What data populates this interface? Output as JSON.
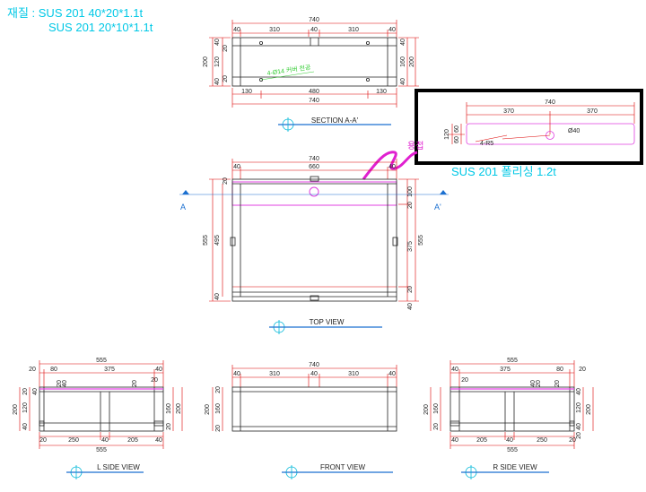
{
  "material": {
    "label": "재질 : SUS 201 40*20*1.1t",
    "line2": "SUS 201 20*10*1.1t"
  },
  "detail": {
    "weld_label": "용접",
    "plate_label": "SUS 201 폴리싱 1.2t",
    "hole": "Ø40",
    "radius": "4-R5",
    "dims": [
      "740",
      "370",
      "370",
      "120",
      "60",
      "60"
    ]
  },
  "section": {
    "title": "SECTION A-A'",
    "note": "4-Ø14 커버 천공",
    "top_dims": [
      "740",
      "40",
      "310",
      "40",
      "310",
      "40"
    ],
    "bottom_dims": [
      "130",
      "480",
      "130",
      "740"
    ],
    "left_dims": [
      "200",
      "40",
      "20",
      "120",
      "40",
      "20"
    ],
    "right_dims": [
      "40",
      "160",
      "200",
      "40"
    ]
  },
  "top_view": {
    "title": "TOP VIEW",
    "cut_left": "A",
    "cut_right": "A'",
    "top_dims": [
      "740",
      "40",
      "660",
      "40"
    ],
    "left_dims": [
      "555",
      "495",
      "20",
      "40"
    ],
    "right_dims": [
      "100",
      "20",
      "375",
      "555",
      "20",
      "40"
    ]
  },
  "l_side": {
    "title": "L SIDE VIEW",
    "top_dims": [
      "555",
      "20",
      "80",
      "375",
      "40",
      "20",
      "40",
      "20",
      "20"
    ],
    "bottom_dims": [
      "20",
      "250",
      "40",
      "205",
      "40",
      "555"
    ],
    "left_dims": [
      "200",
      "20",
      "120",
      "40",
      "40"
    ],
    "right_dims": [
      "160",
      "200",
      "20"
    ]
  },
  "front": {
    "title": "FRONT VIEW",
    "top_dims": [
      "740",
      "40",
      "310",
      "40",
      "310",
      "40"
    ],
    "left_dims": [
      "200",
      "160",
      "20",
      "20"
    ]
  },
  "r_side": {
    "title": "R SIDE VIEW",
    "top_dims": [
      "555",
      "40",
      "375",
      "80",
      "20",
      "20",
      "40",
      "20",
      "20"
    ],
    "bottom_dims": [
      "40",
      "205",
      "40",
      "250",
      "20",
      "555"
    ],
    "left_dims": [
      "200",
      "160",
      "20"
    ],
    "right_dims": [
      "40",
      "120",
      "200",
      "40",
      "20"
    ]
  }
}
